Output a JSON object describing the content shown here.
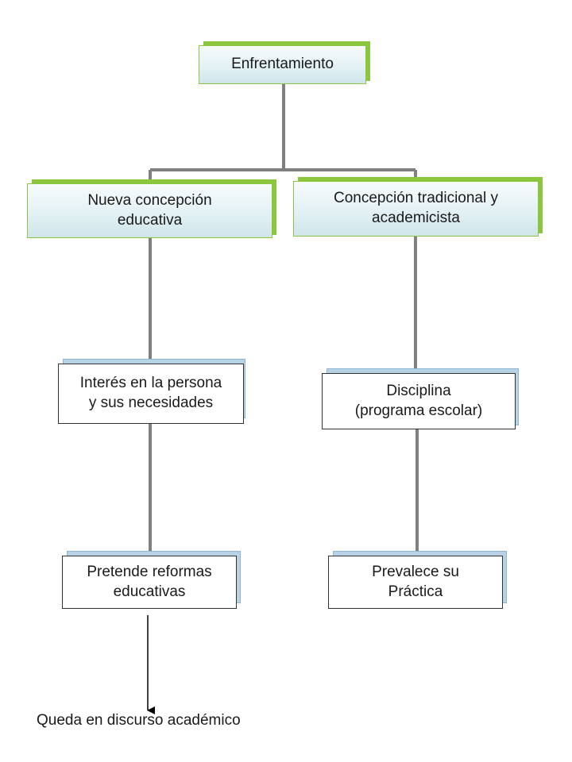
{
  "diagram": {
    "root": {
      "label": "Enfrentamiento"
    },
    "left_branch": {
      "title": [
        "Nueva concepción",
        "educativa"
      ],
      "step1": [
        "Interés en la persona",
        "y sus necesidades"
      ],
      "step2": [
        "Pretende reformas",
        "educativas"
      ],
      "outcome": "Queda en discurso académico"
    },
    "right_branch": {
      "title": [
        "Concepción tradicional y",
        "academicista"
      ],
      "step1": [
        "Disciplina",
        "(programa escolar)"
      ],
      "step2": [
        "Prevalece su",
        "Práctica"
      ]
    }
  },
  "colors": {
    "green_accent": "#8cc63f",
    "blue_shadow": "#b9d3e6",
    "connector": "#808080",
    "arrow": "#000000"
  }
}
